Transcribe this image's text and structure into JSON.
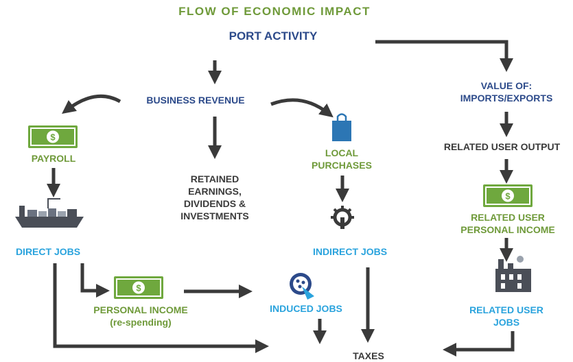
{
  "title": "FLOW OF ECONOMIC IMPACT",
  "nodes": {
    "port_activity": "PORT ACTIVITY",
    "business_revenue": "BUSINESS REVENUE",
    "value_of_line1": "VALUE OF:",
    "value_of_line2": "IMPORTS/EXPORTS",
    "payroll": "PAYROLL",
    "retained_line1": "RETAINED",
    "retained_line2": "EARNINGS,",
    "retained_line3": "DIVIDENDS &",
    "retained_line4": "INVESTMENTS",
    "local_purchases_line1": "LOCAL",
    "local_purchases_line2": "PURCHASES",
    "related_user_output": "RELATED USER OUTPUT",
    "related_personal_income_line1": "RELATED USER",
    "related_personal_income_line2": "PERSONAL INCOME",
    "direct_jobs": "DIRECT JOBS",
    "indirect_jobs": "INDIRECT JOBS",
    "personal_income_line1": "PERSONAL INCOME",
    "personal_income_line2": "(re-spending)",
    "induced_jobs": "INDUCED JOBS",
    "related_user_jobs_line1": "RELATED USER",
    "related_user_jobs_line2": "JOBS",
    "taxes": "TAXES"
  },
  "icons": {
    "money": "dollar-bill-icon",
    "shopping_bag": "shopping-bag-icon",
    "cargo_ship": "cargo-ship-icon",
    "gear": "gear-icon",
    "pizza": "pizza-icon",
    "factory": "factory-icon",
    "dollar_symbol": "$"
  },
  "colors": {
    "title_green": "#6f9a3a",
    "navy": "#2c4a8a",
    "cyan": "#2aa3dd",
    "dark": "#3a3a3a",
    "bill_green": "#6fa83e",
    "bag_blue": "#2c76b4"
  }
}
